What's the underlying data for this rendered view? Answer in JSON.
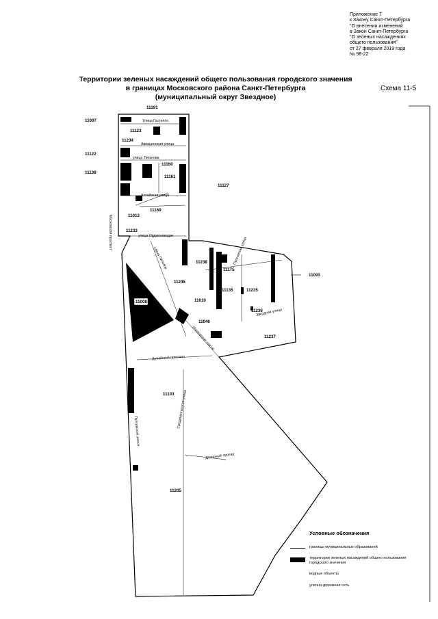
{
  "appendix": {
    "lines": [
      "Приложение 7",
      "к Закону Санкт-Петербурга",
      "\"О внесении  изменений",
      "в Закон Санкт-Петербурга",
      "\"О зеленых насаждениях",
      "общего пользования\"",
      "от 27 февраля 2019 года",
      "№ 98-22"
    ]
  },
  "title": {
    "line1": "Территории зеленых насаждений общего пользования городского значения",
    "line2": "в границах Московского района Санкт-Петербурга",
    "line3": "(муниципальный округ Звездное)"
  },
  "scheme_label": "Схема 11-5",
  "zones": [
    "11191",
    "11007",
    "11123",
    "11234",
    "11122",
    "11160",
    "11138",
    "11161",
    "11127",
    "11169",
    "11013",
    "11233",
    "11238",
    "11175",
    "11093",
    "11245",
    "11135",
    "11235",
    "11010",
    "11236",
    "11046",
    "11237",
    "11008",
    "11103",
    "11205"
  ],
  "streets": {
    "gastello": "Улица Гастелло",
    "aviatsionnaya": "Авиационная улица",
    "typanova": "улица Типанова",
    "altayskaya": "Алтайская улица",
    "moskovsky_prospekt": "Московский проспект",
    "ordzhonikidze": "улица Орджоникидзе",
    "pilotov": "улица Пилотов",
    "pulkovskaya": "Пулковская улица",
    "zvezdnaya": "Звездная улица",
    "moskovskoe_shosse": "Московское шоссе",
    "dunaysky": "Дунайский проспект",
    "sredne_rogatskaya": "Среднерогатская улица",
    "pulkovskoe_shosse": "Пулковское шоссе",
    "dozorny": "Дозорный проезд"
  },
  "legend": {
    "title": "Условные обозначения",
    "items": [
      {
        "symbol": "line",
        "label": "границы муниципальных образований"
      },
      {
        "symbol": "fill",
        "label": "территории зеленых насаждений общего пользования городского значения"
      },
      {
        "symbol": "none",
        "label": "водные объекты"
      },
      {
        "symbol": "none",
        "label": "улично-дорожная сеть"
      }
    ]
  },
  "colors": {
    "ink": "#000000",
    "paper": "#ffffff"
  }
}
